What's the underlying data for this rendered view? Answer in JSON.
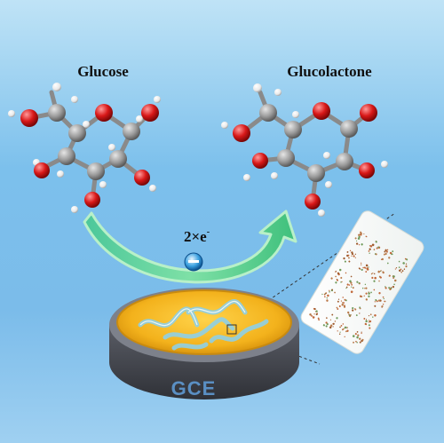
{
  "labels": {
    "reactant": "Glucose",
    "product": "Glucolactone",
    "electrons": "2×e",
    "electrons_sup": "-",
    "electrode": "GCE"
  },
  "icons": {
    "electron": "electron-icon",
    "arrow": "curved-arrow-icon"
  },
  "colors": {
    "background_top": "#bfe3f6",
    "background_mid": "#7cc0ec",
    "carbon": "#9a9a9a",
    "oxygen": "#d81818",
    "hydrogen": "#f2f2f2",
    "arrow_green": "#5fd39a",
    "electrode_gold": "#f3b21c",
    "electrode_body": "#4a4d55",
    "gce_text": "#5a8fc3"
  }
}
